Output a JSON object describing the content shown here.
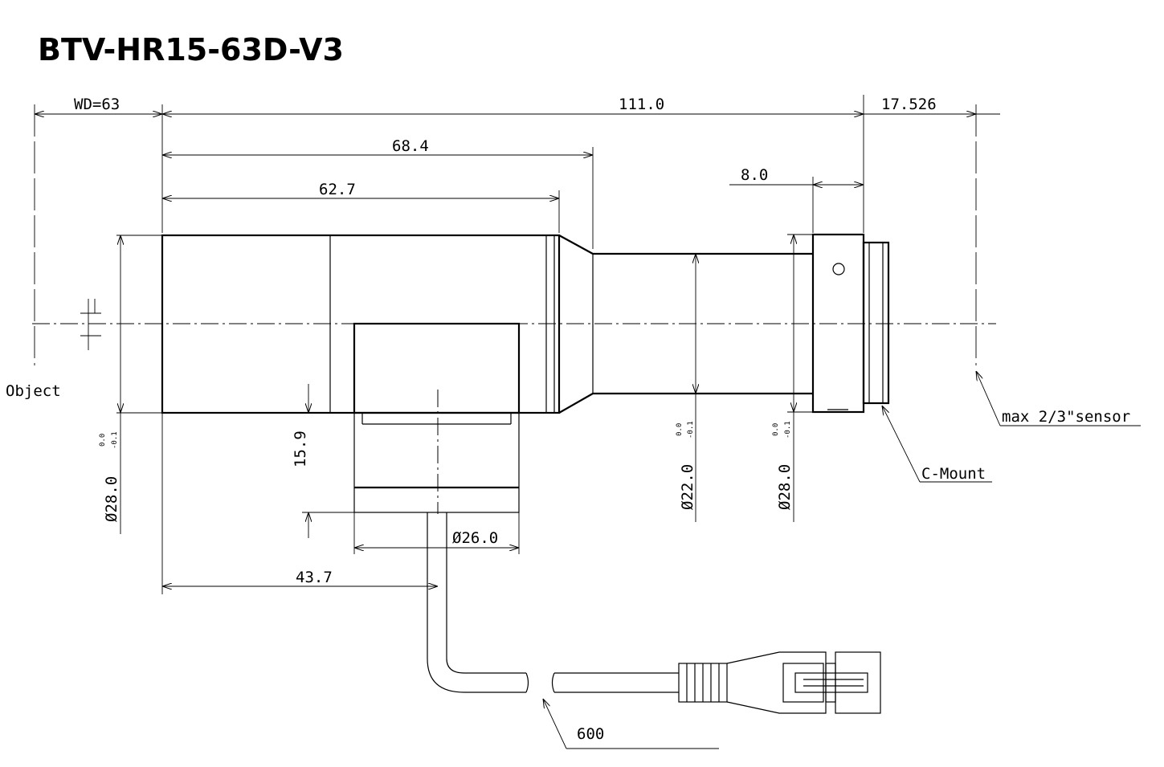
{
  "title": "BTV-HR15-63D-V3",
  "dimensions": {
    "wd": "WD=63",
    "total_length": "111.0",
    "back_focus": "17.526",
    "len_68_4": "68.4",
    "len_62_7": "62.7",
    "mount_8_0": "8.0",
    "height_15_9": "15.9",
    "dia_26": "Ø26.0",
    "len_43_7": "43.7",
    "dia_28_left": "Ø28.0",
    "dia_22": "Ø22.0",
    "dia_28_right": "Ø28.0",
    "tol_upper": "0.0",
    "tol_lower": "-0.1",
    "cable_length": "600"
  },
  "labels": {
    "object": "Object",
    "sensor": "max 2/3\"sensor",
    "mount": "C-Mount"
  }
}
